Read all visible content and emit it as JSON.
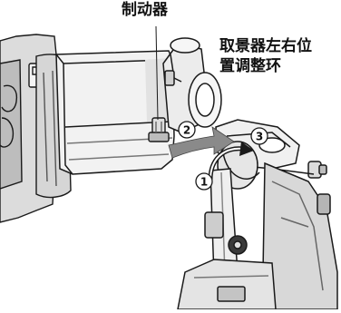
{
  "labels": {
    "brake": "制动器",
    "ring_line1": "取景器左右位",
    "ring_line2": "置调整环"
  },
  "steps": [
    "1",
    "2",
    "3"
  ],
  "colors": {
    "arrow_gray": "#8a8a8a",
    "line": "#1a1a1a",
    "shade_light": "#ededed",
    "shade_mid": "#c9c9c9",
    "shade_dark": "#3a3a3a"
  }
}
